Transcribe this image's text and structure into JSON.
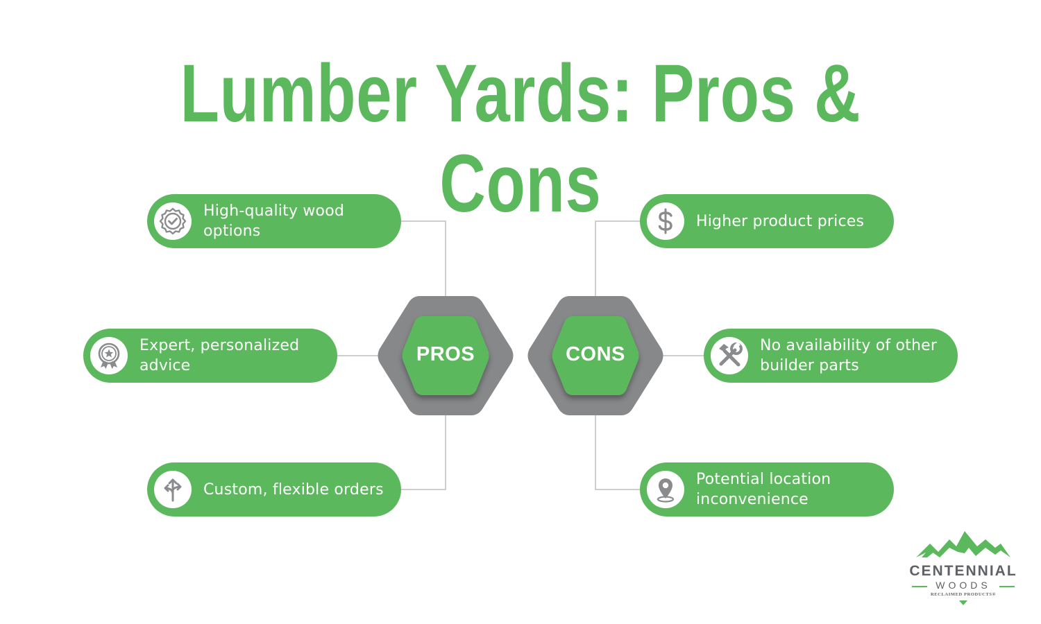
{
  "title": "Lumber Yards: Pros & Cons",
  "pros": {
    "label": "PROS",
    "items": [
      {
        "text": "High-quality wood options",
        "icon": "quality-check-icon"
      },
      {
        "text": "Expert, personalized advice",
        "icon": "award-badge-icon"
      },
      {
        "text": "Custom, flexible orders",
        "icon": "direction-arrows-icon"
      }
    ]
  },
  "cons": {
    "label": "CONS",
    "items": [
      {
        "text": "Higher product prices",
        "icon": "dollar-icon"
      },
      {
        "text": "No availability of other builder parts",
        "icon": "tools-icon"
      },
      {
        "text": "Potential location inconvenience",
        "icon": "location-pin-icon"
      }
    ]
  },
  "logo": {
    "name": "CENTENNIAL",
    "sub": "WOODS",
    "tagline": "RECLAIMED PRODUCTS®"
  },
  "colors": {
    "accent": "#5cb85c",
    "hex_outer": "#87888a",
    "icon_gray": "#8a8b8d"
  }
}
